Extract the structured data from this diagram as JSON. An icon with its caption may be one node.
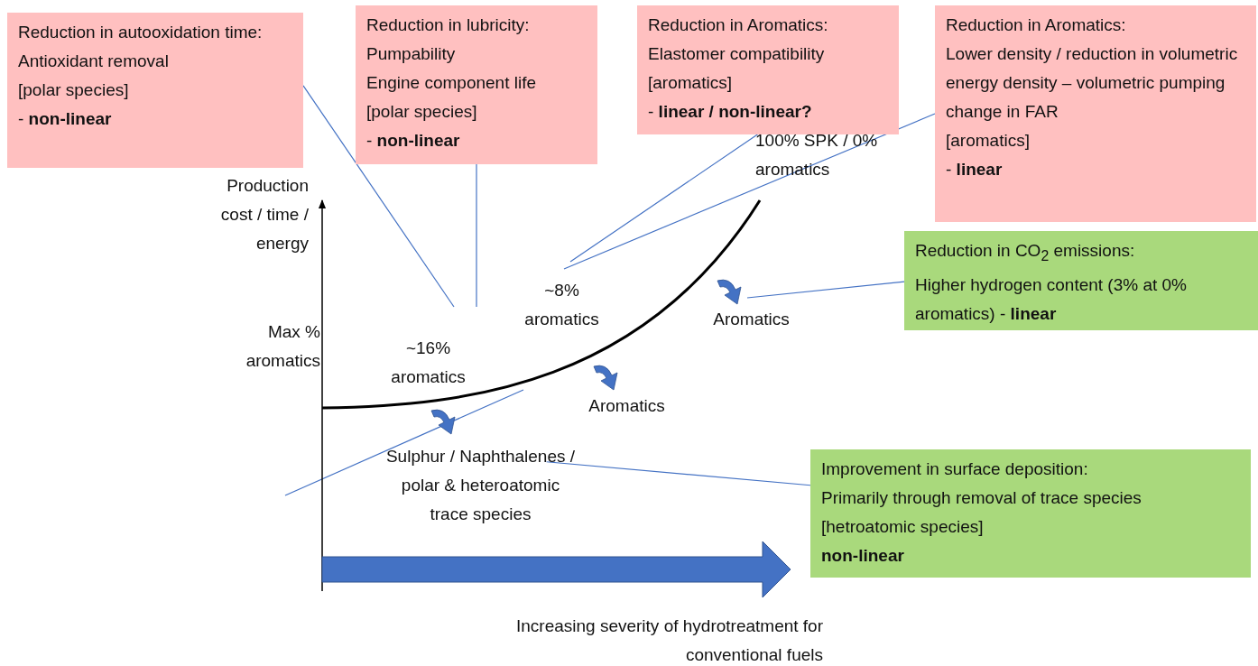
{
  "diagram": {
    "nodes": [
      {
        "text": [
          "Reduction in autooxidation time:",
          "Antioxidant removal",
          "[polar species]",
          "- **non-linear**"
        ]
      },
      {
        "text": [
          "Reduction in lubricity:",
          "Pumpability",
          "Engine component life",
          "[polar species]",
          "- **non-linear**"
        ]
      },
      {
        "text": [
          "Reduction in Aromatics:",
          "Elastomer compatibility",
          "[aromatics]",
          "- **linear / non-linear?**"
        ]
      },
      {
        "text": [
          "Reduction in Aromatics:",
          "Lower density / reduction in volumetric energy density – volumetric pumping",
          "change in FAR",
          "[aromatics]",
          "- **linear**"
        ]
      },
      {
        "text": [
          "Reduction in CO$_{2}$ emissions:",
          "Higher hydrogen content (3% at 0% aromatics) - **linear**"
        ]
      },
      {
        "text": [
          "Improvement in surface deposition:",
          "Primarily through removal of trace species",
          "[hetroatomic species]",
          "**non-linear**"
        ]
      },
      {
        "text": [
          "Sulphur / Naphthalenes / polar & heteroatomic trace species"
        ]
      }
    ],
    "edges": [
      {
        "from": 0,
        "to": null,
        "arrow": "none"
      },
      {
        "from": 1,
        "to": null,
        "arrow": "none"
      },
      {
        "from": 2,
        "to": null,
        "arrow": "none"
      },
      {
        "from": 3,
        "to": null,
        "arrow": "none"
      },
      {
        "from": 4,
        "to": null,
        "arrow": "none"
      },
      {
        "from": 5,
        "to": 6,
        "arrow": "none"
      }
    ],
    "labels": [
      "Production cost / time / energy",
      "100% SPK / 0% aromatics",
      "~8% aromatics",
      "Aromatics",
      "Max % aromatics",
      "~16% aromatics",
      "Aromatics",
      "Increasing severity of hydrotreatment for conventional fuels"
    ]
  }
}
